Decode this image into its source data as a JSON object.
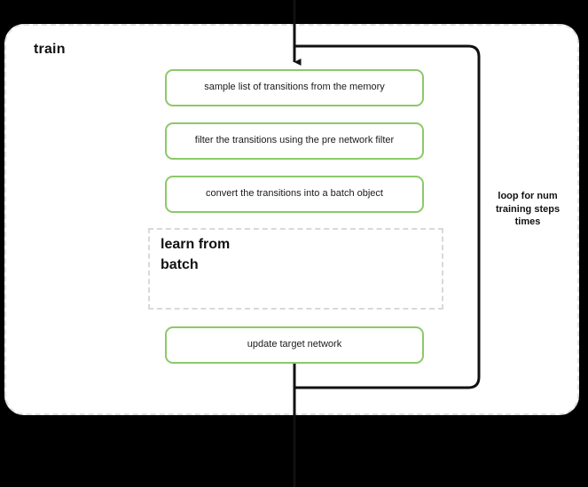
{
  "block": {
    "title": "train",
    "accent_green": "#8cc96a",
    "dashed_border": "#e0e0e0",
    "background": "#ffffff",
    "canvas_background": "#000000",
    "line_color": "#111111"
  },
  "steps": [
    {
      "label": "sample list of transitions from the memory"
    },
    {
      "label": "filter the transitions using the pre network filter"
    },
    {
      "label": "convert the transitions into a batch object"
    },
    {
      "label": "update target network"
    }
  ],
  "subgroup": {
    "title": "learn from batch"
  },
  "loop": {
    "label": "loop for num training steps times"
  }
}
